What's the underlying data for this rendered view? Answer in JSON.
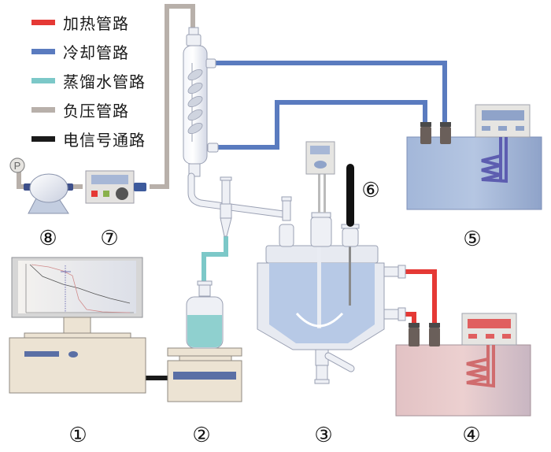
{
  "colors": {
    "heating": "#e53935",
    "cooling": "#5a7bbf",
    "distilled_water": "#7cc8c8",
    "vacuum": "#b8b0aa",
    "signal": "#1a1a1a",
    "heating_bath": "#e8c8c8",
    "cooling_bath": "#a9bfdf",
    "equipment_beige": "#ece3d3",
    "glass": "#e8ecf4",
    "reactor_liquid": "#b7c9e6",
    "water_liquid": "#8fd0cf"
  },
  "legend": [
    {
      "label": "加热管路",
      "color_key": "heating"
    },
    {
      "label": "冷却管路",
      "color_key": "cooling"
    },
    {
      "label": "蒸馏水管路",
      "color_key": "distilled_water"
    },
    {
      "label": "负压管路",
      "color_key": "vacuum"
    },
    {
      "label": "电信号通路",
      "color_key": "signal"
    }
  ],
  "labels": {
    "computer": "①",
    "balance": "②",
    "reactor": "③",
    "heating_bath": "④",
    "cooling_bath": "⑤",
    "probe": "⑥",
    "vacuum_controller": "⑦",
    "vacuum_pump": "⑧",
    "pressure_gauge": "P"
  }
}
